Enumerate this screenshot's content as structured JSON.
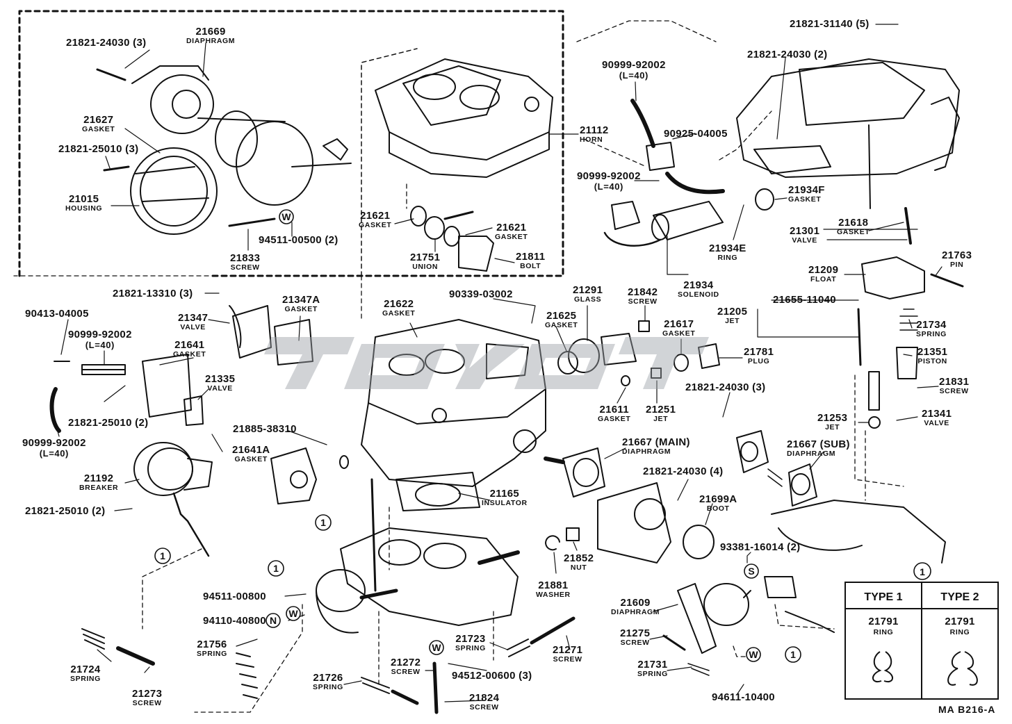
{
  "diagram_id": "MA B216-A",
  "watermark": "toyota",
  "parts": [
    {
      "num": "21821-24030 (3)",
      "name": ""
    },
    {
      "num": "21669",
      "name": "DIAPHRAGM"
    },
    {
      "num": "21627",
      "name": "GASKET"
    },
    {
      "num": "21821-25010 (3)",
      "name": ""
    },
    {
      "num": "21015",
      "name": "HOUSING"
    },
    {
      "num": "21833",
      "name": "SCREW"
    },
    {
      "num": "94511-00500 (2)",
      "name": ""
    },
    {
      "num": "21621",
      "name": "GASKET"
    },
    {
      "num": "21621",
      "name": "GASKET"
    },
    {
      "num": "21751",
      "name": "UNION"
    },
    {
      "num": "21811",
      "name": "BOLT"
    },
    {
      "num": "21112",
      "name": "HORN"
    },
    {
      "num": "90999-92002",
      "name": "(L=40)"
    },
    {
      "num": "90925-04005",
      "name": ""
    },
    {
      "num": "90999-92002",
      "name": "(L=40)"
    },
    {
      "num": "21821-24030 (2)",
      "name": ""
    },
    {
      "num": "21821-31140 (5)",
      "name": ""
    },
    {
      "num": "21934F",
      "name": "GASKET"
    },
    {
      "num": "21934E",
      "name": "RING"
    },
    {
      "num": "21934",
      "name": "SOLENOID"
    },
    {
      "num": "21301",
      "name": "VALVE"
    },
    {
      "num": "21618",
      "name": "GASKET"
    },
    {
      "num": "21763",
      "name": "PIN"
    },
    {
      "num": "21209",
      "name": "FLOAT"
    },
    {
      "num": "21821-13310 (3)",
      "name": ""
    },
    {
      "num": "21347A",
      "name": "GASKET"
    },
    {
      "num": "21347",
      "name": "VALVE"
    },
    {
      "num": "90413-04005",
      "name": ""
    },
    {
      "num": "90999-92002",
      "name": "(L=40)"
    },
    {
      "num": "21641",
      "name": "GASKET"
    },
    {
      "num": "21335",
      "name": "VALVE"
    },
    {
      "num": "21821-25010 (2)",
      "name": ""
    },
    {
      "num": "90999-92002",
      "name": "(L=40)"
    },
    {
      "num": "21641A",
      "name": "GASKET"
    },
    {
      "num": "21885-38310",
      "name": ""
    },
    {
      "num": "21192",
      "name": "BREAKER"
    },
    {
      "num": "21821-25010 (2)",
      "name": ""
    },
    {
      "num": "21622",
      "name": "GASKET"
    },
    {
      "num": "90339-03002",
      "name": ""
    },
    {
      "num": "21625",
      "name": "GASKET"
    },
    {
      "num": "21291",
      "name": "GLASS"
    },
    {
      "num": "21842",
      "name": "SCREW"
    },
    {
      "num": "21617",
      "name": "GASKET"
    },
    {
      "num": "21205",
      "name": "JET"
    },
    {
      "num": "21655-11040",
      "name": ""
    },
    {
      "num": "21781",
      "name": "PLUG"
    },
    {
      "num": "21734",
      "name": "SPRING"
    },
    {
      "num": "21351",
      "name": "PISTON"
    },
    {
      "num": "21831",
      "name": "SCREW"
    },
    {
      "num": "21341",
      "name": "VALVE"
    },
    {
      "num": "21253",
      "name": "JET"
    },
    {
      "num": "21611",
      "name": "GASKET"
    },
    {
      "num": "21251",
      "name": "JET"
    },
    {
      "num": "21821-24030 (3)",
      "name": ""
    },
    {
      "num": "21667 (MAIN)",
      "name": "DIAPHRAGM"
    },
    {
      "num": "21667 (SUB)",
      "name": "DIAPHRAGM"
    },
    {
      "num": "21165",
      "name": "INSULATOR"
    },
    {
      "num": "21821-24030 (4)",
      "name": ""
    },
    {
      "num": "21699A",
      "name": "BOOT"
    },
    {
      "num": "21852",
      "name": "NUT"
    },
    {
      "num": "21881",
      "name": "WASHER"
    },
    {
      "num": "93381-16014 (2)",
      "name": ""
    },
    {
      "num": "94511-00800",
      "name": ""
    },
    {
      "num": "94110-40800",
      "name": ""
    },
    {
      "num": "21756",
      "name": "SPRING"
    },
    {
      "num": "21724",
      "name": "SPRING"
    },
    {
      "num": "21273",
      "name": "SCREW"
    },
    {
      "num": "21723",
      "name": "SPRING"
    },
    {
      "num": "21271",
      "name": "SCREW"
    },
    {
      "num": "21726",
      "name": "SPRING"
    },
    {
      "num": "21272",
      "name": "SCREW"
    },
    {
      "num": "94512-00600 (3)",
      "name": ""
    },
    {
      "num": "21824",
      "name": "SCREW"
    },
    {
      "num": "21609",
      "name": "DIAPHRAGM"
    },
    {
      "num": "21275",
      "name": "SCREW"
    },
    {
      "num": "21731",
      "name": "SPRING"
    },
    {
      "num": "94611-10400",
      "name": ""
    }
  ],
  "markers": {
    "circle_one": "1",
    "washer": "W",
    "nut": "N",
    "spring_washer": "S"
  },
  "type_table": {
    "header_marker": "1",
    "columns": [
      {
        "title": "TYPE 1",
        "num": "21791",
        "name": "RING"
      },
      {
        "title": "TYPE 2",
        "num": "21791",
        "name": "RING"
      }
    ]
  }
}
